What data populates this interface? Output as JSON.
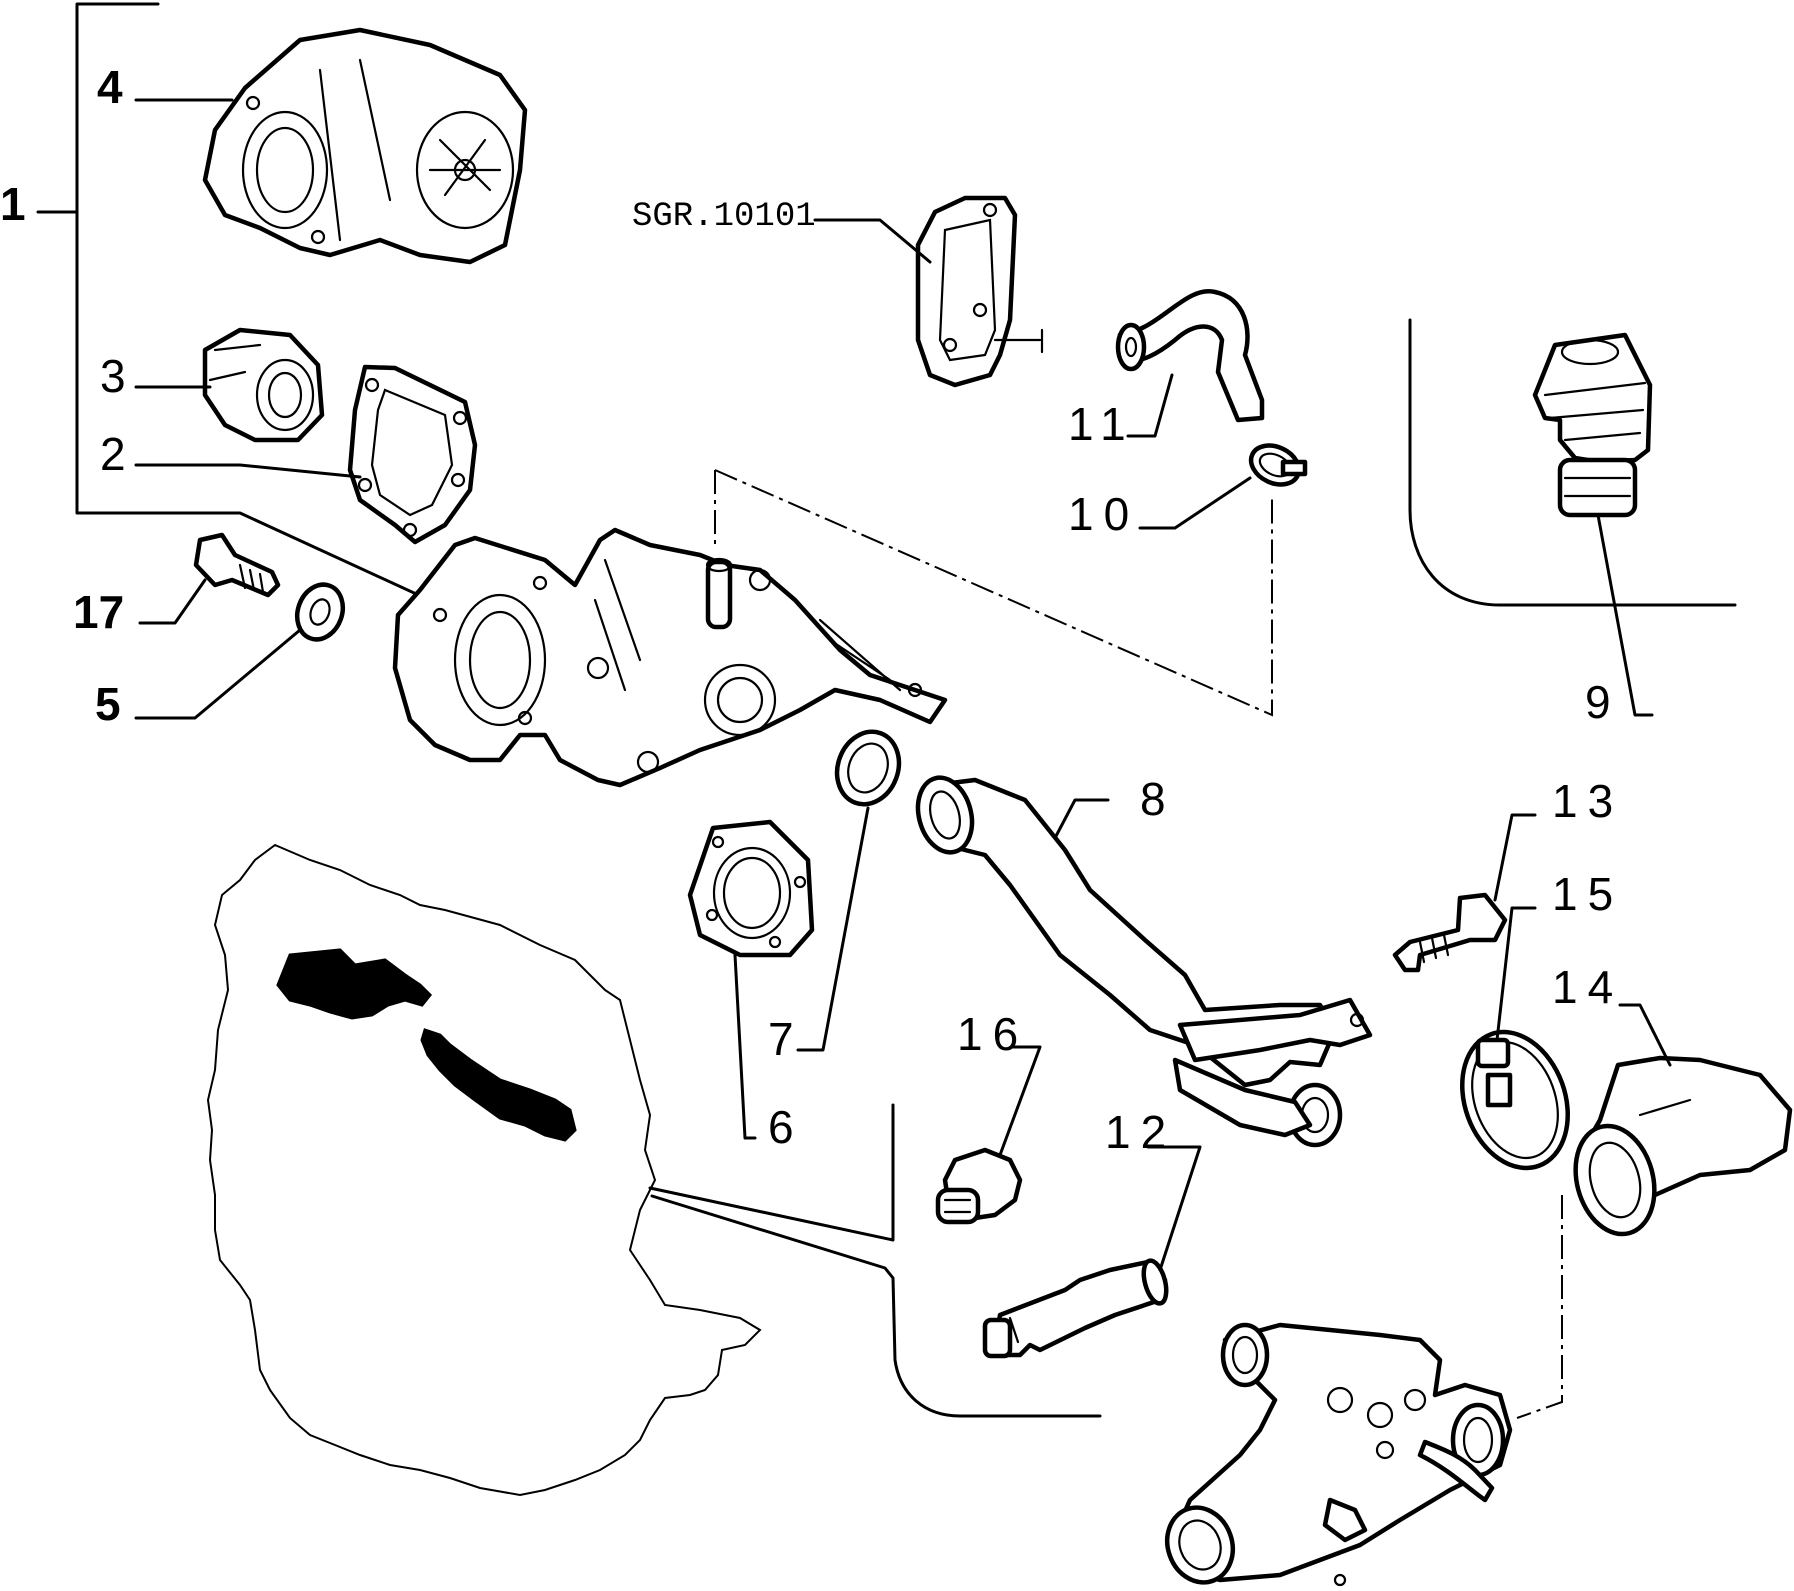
{
  "callouts": {
    "c1": "1",
    "c2": "2",
    "c3": "3",
    "c4": "4",
    "c5": "5",
    "c6": "6",
    "c7": "7",
    "c8": "8",
    "c9": "9",
    "c10": "10",
    "c11": "11",
    "c12": "12",
    "c13": "13",
    "c14": "14",
    "c15": "15",
    "c16": "16",
    "c17": "17"
  },
  "reference": "SGR.10101"
}
